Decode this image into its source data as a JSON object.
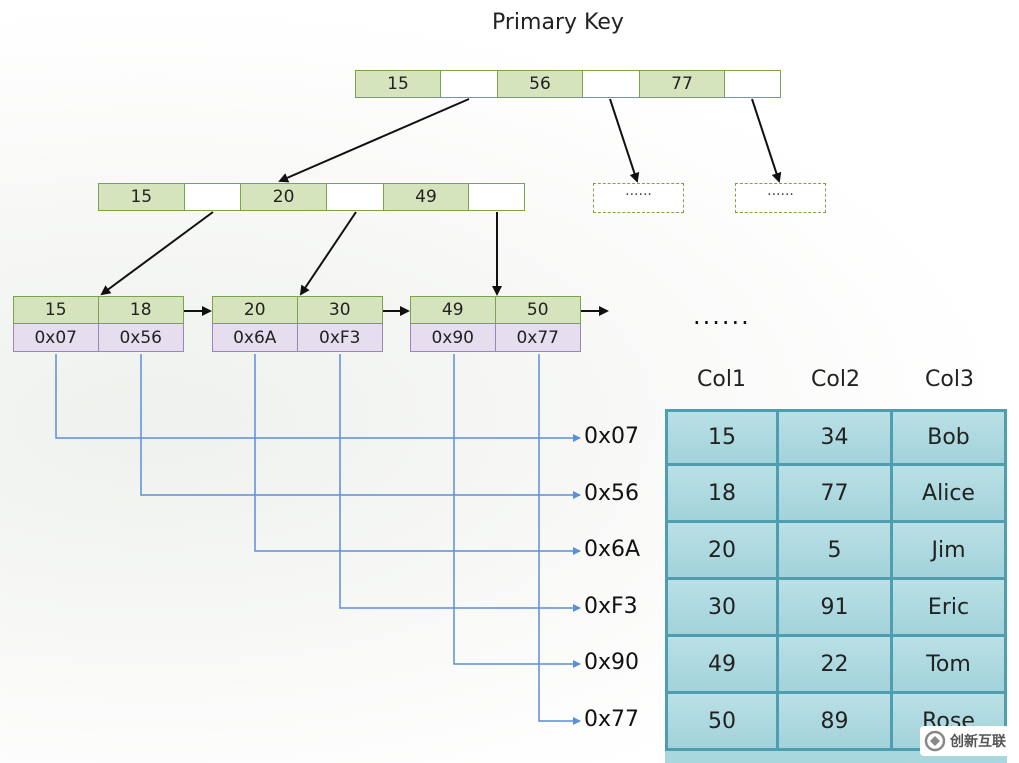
{
  "title": "Primary Key",
  "root": {
    "keys": [
      "15",
      "56",
      "77"
    ]
  },
  "internal": {
    "keys": [
      "15",
      "20",
      "49"
    ]
  },
  "placeholders": [
    "......",
    "......"
  ],
  "leaves": [
    {
      "keys": [
        "15",
        "18"
      ],
      "addrs": [
        "0x07",
        "0x56"
      ]
    },
    {
      "keys": [
        "20",
        "30"
      ],
      "addrs": [
        "0x6A",
        "0xF3"
      ]
    },
    {
      "keys": [
        "49",
        "50"
      ],
      "addrs": [
        "0x90",
        "0x77"
      ]
    }
  ],
  "ellipsis": "......",
  "addresses": [
    "0x07",
    "0x56",
    "0x6A",
    "0xF3",
    "0x90",
    "0x77"
  ],
  "table": {
    "headers": [
      "Col1",
      "Col2",
      "Col3"
    ],
    "rows": [
      [
        "15",
        "34",
        "Bob"
      ],
      [
        "18",
        "77",
        "Alice"
      ],
      [
        "20",
        "5",
        "Jim"
      ],
      [
        "30",
        "91",
        "Eric"
      ],
      [
        "49",
        "22",
        "Tom"
      ],
      [
        "50",
        "89",
        "Rose"
      ]
    ]
  },
  "watermark": "创新互联",
  "colors": {
    "key_fill": "#d6e4bd",
    "key_border": "#7aa34a",
    "addr_fill": "#e6ddef",
    "table_fill": "#a9d7de",
    "table_border": "#4e9eb0",
    "link_line": "#5b8fd6"
  }
}
